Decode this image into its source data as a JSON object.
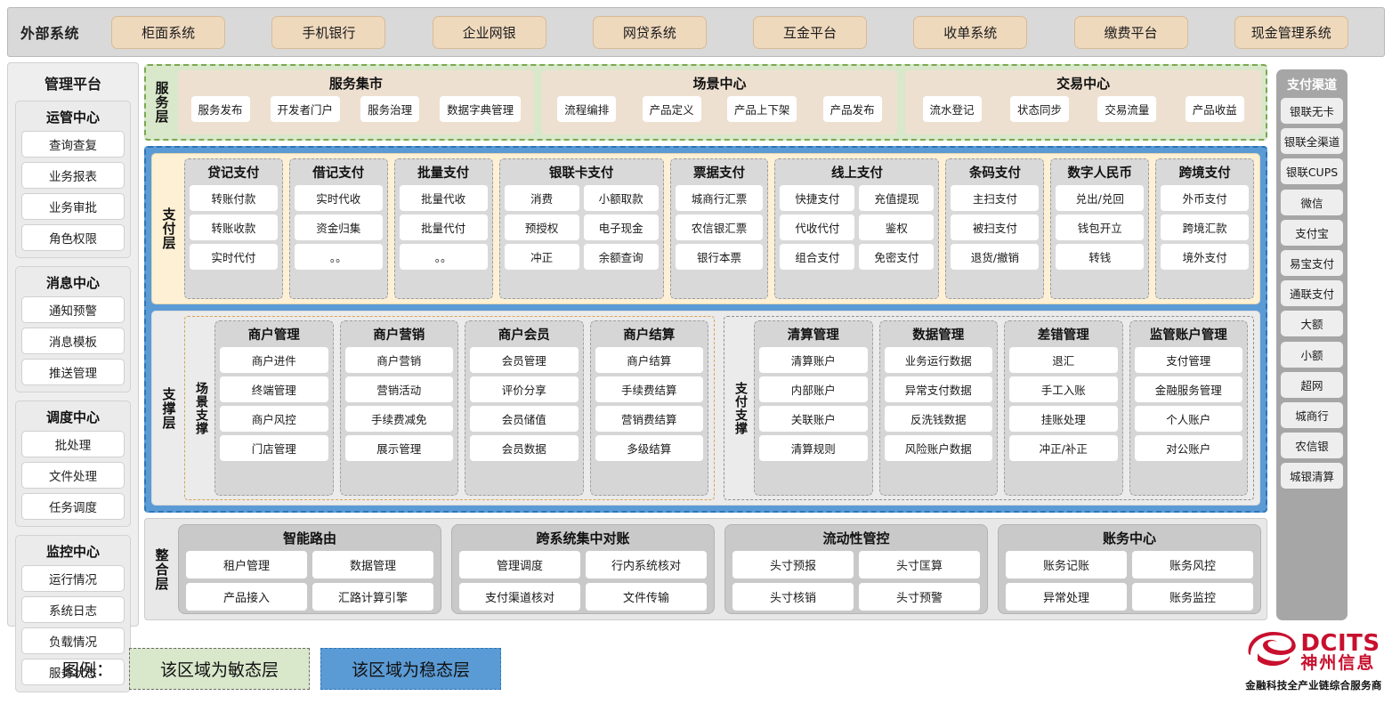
{
  "external": {
    "title": "外部系统",
    "items": [
      "柜面系统",
      "手机银行",
      "企业网银",
      "网贷系统",
      "互金平台",
      "收单系统",
      "缴费平台",
      "现金管理系统"
    ]
  },
  "management": {
    "title": "管理平台",
    "groups": [
      {
        "title": "运管中心",
        "items": [
          "查询查复",
          "业务报表",
          "业务审批",
          "角色权限"
        ]
      },
      {
        "title": "消息中心",
        "items": [
          "通知预警",
          "消息模板",
          "推送管理"
        ]
      },
      {
        "title": "调度中心",
        "items": [
          "批处理",
          "文件处理",
          "任务调度"
        ]
      },
      {
        "title": "监控中心",
        "items": [
          "运行情况",
          "系统日志",
          "负载情况",
          "服务状态"
        ]
      }
    ]
  },
  "channels": {
    "title": "支付渠道",
    "items": [
      "银联无卡",
      "银联全渠道",
      "银联CUPS",
      "微信",
      "支付宝",
      "易宝支付",
      "通联支付",
      "大额",
      "小额",
      "超网",
      "城商行",
      "农信银",
      "城银清算"
    ]
  },
  "service_layer": {
    "label": "服务层",
    "boxes": [
      {
        "title": "服务集市",
        "items": [
          "服务发布",
          "开发者门户",
          "服务治理",
          "数据字典管理"
        ]
      },
      {
        "title": "场景中心",
        "items": [
          "流程编排",
          "产品定义",
          "产品上下架",
          "产品发布"
        ]
      },
      {
        "title": "交易中心",
        "items": [
          "流水登记",
          "状态同步",
          "交易流量",
          "产品收益"
        ]
      }
    ]
  },
  "payment_layer": {
    "label": "支付层",
    "boxes": [
      {
        "title": "贷记支付",
        "cols": 1,
        "rows": [
          [
            "转账付款"
          ],
          [
            "转账收款"
          ],
          [
            "实时代付"
          ]
        ]
      },
      {
        "title": "借记支付",
        "cols": 1,
        "rows": [
          [
            "实时代收"
          ],
          [
            "资金归集"
          ],
          [
            "。。"
          ]
        ]
      },
      {
        "title": "批量支付",
        "cols": 1,
        "rows": [
          [
            "批量代收"
          ],
          [
            "批量代付"
          ],
          [
            "。。"
          ]
        ]
      },
      {
        "title": "银联卡支付",
        "cols": 2,
        "rows": [
          [
            "消费",
            "小额取款"
          ],
          [
            "预授权",
            "电子现金"
          ],
          [
            "冲正",
            "余额查询"
          ]
        ]
      },
      {
        "title": "票据支付",
        "cols": 1,
        "rows": [
          [
            "城商行汇票"
          ],
          [
            "农信银汇票"
          ],
          [
            "银行本票"
          ]
        ]
      },
      {
        "title": "线上支付",
        "cols": 2,
        "rows": [
          [
            "快捷支付",
            "充值提现"
          ],
          [
            "代收代付",
            "鉴权"
          ],
          [
            "组合支付",
            "免密支付"
          ]
        ]
      },
      {
        "title": "条码支付",
        "cols": 1,
        "rows": [
          [
            "主扫支付"
          ],
          [
            "被扫支付"
          ],
          [
            "退货/撤销"
          ]
        ]
      },
      {
        "title": "数字人民币",
        "cols": 1,
        "rows": [
          [
            "兑出/兑回"
          ],
          [
            "钱包开立"
          ],
          [
            "转钱"
          ]
        ]
      },
      {
        "title": "跨境支付",
        "cols": 1,
        "rows": [
          [
            "外币支付"
          ],
          [
            "跨境汇款"
          ],
          [
            "境外支付"
          ]
        ]
      }
    ]
  },
  "support_layer": {
    "label": "支撑层",
    "zones": [
      {
        "label": "场景支撑",
        "boxes": [
          {
            "title": "商户管理",
            "items": [
              "商户进件",
              "终端管理",
              "商户风控",
              "门店管理"
            ]
          },
          {
            "title": "商户营销",
            "items": [
              "商户营销",
              "营销活动",
              "手续费减免",
              "展示管理"
            ]
          },
          {
            "title": "商户会员",
            "items": [
              "会员管理",
              "评价分享",
              "会员储值",
              "会员数据"
            ]
          },
          {
            "title": "商户结算",
            "items": [
              "商户结算",
              "手续费结算",
              "营销费结算",
              "多级结算"
            ]
          }
        ]
      },
      {
        "label": "支付支撑",
        "boxes": [
          {
            "title": "清算管理",
            "items": [
              "清算账户",
              "内部账户",
              "关联账户",
              "清算规则"
            ]
          },
          {
            "title": "数据管理",
            "items": [
              "业务运行数据",
              "异常支付数据",
              "反洗钱数据",
              "风险账户数据"
            ]
          },
          {
            "title": "差错管理",
            "items": [
              "退汇",
              "手工入账",
              "挂账处理",
              "冲正/补正"
            ]
          },
          {
            "title": "监管账户管理",
            "items": [
              "支付管理",
              "金融服务管理",
              "个人账户",
              "对公账户"
            ]
          }
        ]
      }
    ]
  },
  "integration_layer": {
    "label": "整合层",
    "boxes": [
      {
        "title": "智能路由",
        "rows": [
          [
            "租户管理",
            "数据管理"
          ],
          [
            "产品接入",
            "汇路计算引擎"
          ]
        ]
      },
      {
        "title": "跨系统集中对账",
        "rows": [
          [
            "管理调度",
            "行内系统核对"
          ],
          [
            "支付渠道核对",
            "文件传输"
          ]
        ]
      },
      {
        "title": "流动性管控",
        "rows": [
          [
            "头寸预报",
            "头寸匡算"
          ],
          [
            "头寸核销",
            "头寸预警"
          ]
        ]
      },
      {
        "title": "账务中心",
        "rows": [
          [
            "账务记账",
            "账务风控"
          ],
          [
            "异常处理",
            "账务监控"
          ]
        ]
      }
    ]
  },
  "legend": {
    "label": "图例：",
    "agile": "该区域为敏态层",
    "stable": "该区域为稳态层",
    "agile_color": "#d9e7cb",
    "stable_color": "#5b9bd5"
  },
  "logo": {
    "en": "DCITS",
    "cn": "神州信息",
    "tagline": "金融科技全产业链综合服务商",
    "color": "#c8102e"
  }
}
